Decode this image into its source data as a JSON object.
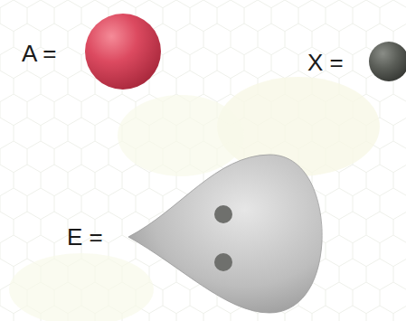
{
  "diagram": {
    "legend": [
      {
        "text": "A ="
      },
      {
        "text": "X ="
      },
      {
        "text": "E ="
      }
    ]
  }
}
